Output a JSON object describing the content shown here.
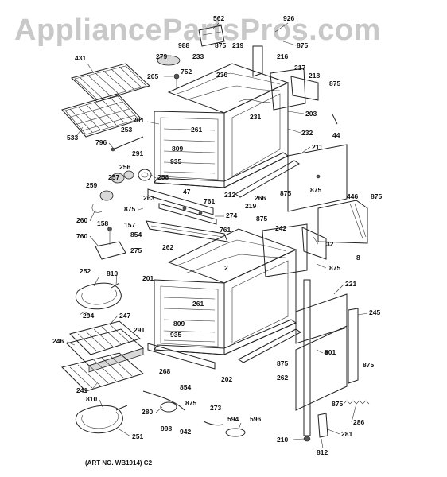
{
  "watermark": "AppliancePartsPros.com",
  "art_number": "(ART NO. WB1914) C2",
  "callouts": [
    {
      "id": "c562",
      "label": "562"
    },
    {
      "id": "c926",
      "label": "926"
    },
    {
      "id": "c988",
      "label": "988"
    },
    {
      "id": "c875a",
      "label": "875"
    },
    {
      "id": "c219a",
      "label": "219"
    },
    {
      "id": "c875b",
      "label": "875"
    },
    {
      "id": "c431",
      "label": "431"
    },
    {
      "id": "c279",
      "label": "279"
    },
    {
      "id": "c233",
      "label": "233"
    },
    {
      "id": "c216",
      "label": "216"
    },
    {
      "id": "c217",
      "label": "217"
    },
    {
      "id": "c205",
      "label": "205"
    },
    {
      "id": "c752",
      "label": "752"
    },
    {
      "id": "c230",
      "label": "230"
    },
    {
      "id": "c218",
      "label": "218"
    },
    {
      "id": "c875c",
      "label": "875"
    },
    {
      "id": "c533",
      "label": "533"
    },
    {
      "id": "c203",
      "label": "203"
    },
    {
      "id": "c201a",
      "label": "201"
    },
    {
      "id": "c231",
      "label": "231"
    },
    {
      "id": "c261a",
      "label": "261"
    },
    {
      "id": "c253",
      "label": "253"
    },
    {
      "id": "c232",
      "label": "232"
    },
    {
      "id": "c44",
      "label": "44"
    },
    {
      "id": "c796",
      "label": "796"
    },
    {
      "id": "c291a",
      "label": "291"
    },
    {
      "id": "c809a",
      "label": "809"
    },
    {
      "id": "c211",
      "label": "211"
    },
    {
      "id": "c935a",
      "label": "935"
    },
    {
      "id": "c256",
      "label": "256"
    },
    {
      "id": "c257",
      "label": "257"
    },
    {
      "id": "c258",
      "label": "258"
    },
    {
      "id": "c212",
      "label": "212"
    },
    {
      "id": "c266",
      "label": "266"
    },
    {
      "id": "c875d",
      "label": "875"
    },
    {
      "id": "c875e",
      "label": "875"
    },
    {
      "id": "c259",
      "label": "259"
    },
    {
      "id": "c47",
      "label": "47"
    },
    {
      "id": "c263",
      "label": "263"
    },
    {
      "id": "c761a",
      "label": "761"
    },
    {
      "id": "c446",
      "label": "446"
    },
    {
      "id": "c875f",
      "label": "875"
    },
    {
      "id": "c875g",
      "label": "875"
    },
    {
      "id": "c219b",
      "label": "219"
    },
    {
      "id": "c260",
      "label": "260"
    },
    {
      "id": "c274",
      "label": "274"
    },
    {
      "id": "c875h",
      "label": "875"
    },
    {
      "id": "c158",
      "label": "158"
    },
    {
      "id": "c157",
      "label": "157"
    },
    {
      "id": "c242",
      "label": "242"
    },
    {
      "id": "c854a",
      "label": "854"
    },
    {
      "id": "c761b",
      "label": "761"
    },
    {
      "id": "c32",
      "label": "32"
    },
    {
      "id": "c760",
      "label": "760"
    },
    {
      "id": "c262a",
      "label": "262"
    },
    {
      "id": "c275",
      "label": "275"
    },
    {
      "id": "c8",
      "label": "8"
    },
    {
      "id": "c875i",
      "label": "875"
    },
    {
      "id": "c252",
      "label": "252"
    },
    {
      "id": "c810a",
      "label": "810"
    },
    {
      "id": "c201b",
      "label": "201"
    },
    {
      "id": "c2",
      "label": "2"
    },
    {
      "id": "c221",
      "label": "221"
    },
    {
      "id": "c261b",
      "label": "261"
    },
    {
      "id": "c294",
      "label": "294"
    },
    {
      "id": "c247",
      "label": "247"
    },
    {
      "id": "c291b",
      "label": "291"
    },
    {
      "id": "c245",
      "label": "245"
    },
    {
      "id": "c809b",
      "label": "809"
    },
    {
      "id": "c935b",
      "label": "935"
    },
    {
      "id": "c246",
      "label": "246"
    },
    {
      "id": "c801",
      "label": "801"
    },
    {
      "id": "c875j",
      "label": "875"
    },
    {
      "id": "c875k",
      "label": "875"
    },
    {
      "id": "c268",
      "label": "268"
    },
    {
      "id": "c202",
      "label": "202"
    },
    {
      "id": "c262b",
      "label": "262"
    },
    {
      "id": "c241",
      "label": "241"
    },
    {
      "id": "c854b",
      "label": "854"
    },
    {
      "id": "c875l",
      "label": "875"
    },
    {
      "id": "c810b",
      "label": "810"
    },
    {
      "id": "c875m",
      "label": "875"
    },
    {
      "id": "c273",
      "label": "273"
    },
    {
      "id": "c280",
      "label": "280"
    },
    {
      "id": "c286",
      "label": "286"
    },
    {
      "id": "c594",
      "label": "594"
    },
    {
      "id": "c596",
      "label": "596"
    },
    {
      "id": "c998",
      "label": "998"
    },
    {
      "id": "c942",
      "label": "942"
    },
    {
      "id": "c281",
      "label": "281"
    },
    {
      "id": "c251",
      "label": "251"
    },
    {
      "id": "c210",
      "label": "210"
    },
    {
      "id": "c812",
      "label": "812"
    }
  ]
}
